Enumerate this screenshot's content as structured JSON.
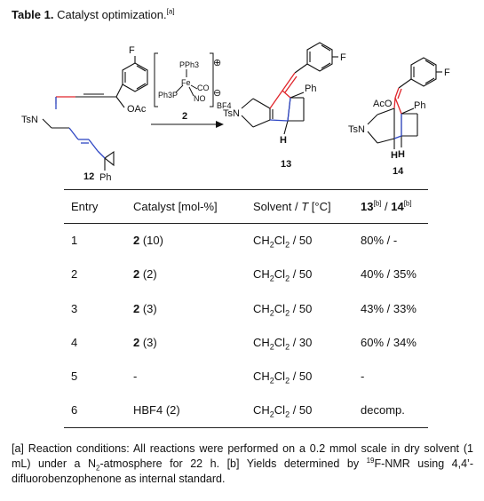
{
  "caption": {
    "label": "Table 1.",
    "text": "Catalyst optimization.",
    "ref": "[a]"
  },
  "scheme": {
    "catalyst_number": "2",
    "ligands": {
      "top": "PPh3",
      "left": "Ph3P",
      "metal": "Fe",
      "co": "CO",
      "no": "NO"
    },
    "charges": {
      "plus": "⊕",
      "minus": "⊖"
    },
    "counterion": "BF4",
    "substrate": {
      "number": "12",
      "ts": "TsN",
      "oac": "OAc",
      "ph": "Ph",
      "f": "F"
    },
    "product13": {
      "number": "13",
      "ts": "TsN",
      "ph": "Ph",
      "h": "H",
      "f": "F"
    },
    "product14": {
      "number": "14",
      "ts": "TsN",
      "ph": "Ph",
      "h1": "H",
      "h2": "H",
      "aco": "AcO",
      "f": "F"
    }
  },
  "table": {
    "headers": {
      "entry": "Entry",
      "catalyst": "Catalyst [mol-%]",
      "solvent_prefix": "Solvent / ",
      "solvent_T": "T",
      "solvent_unit": " [°C]",
      "yield_13": "13",
      "yield_13_ref": "[b]",
      "yield_sep": " / ",
      "yield_14": "14",
      "yield_14_ref": "[b]"
    },
    "rows": [
      {
        "entry": "1",
        "cat": "2",
        "cat_amount": " (10)",
        "solv_pre": "CH",
        "solv_sub1": "2",
        "solv_mid": "Cl",
        "solv_sub2": "2",
        "temp": " / 50",
        "yield": "80% / -"
      },
      {
        "entry": "2",
        "cat": "2",
        "cat_amount": " (2)",
        "solv_pre": "CH",
        "solv_sub1": "2",
        "solv_mid": "Cl",
        "solv_sub2": "2",
        "temp": " / 50",
        "yield": "40% / 35%"
      },
      {
        "entry": "3",
        "cat": "2",
        "cat_amount": " (3)",
        "solv_pre": "CH",
        "solv_sub1": "2",
        "solv_mid": "Cl",
        "solv_sub2": "2",
        "temp": " / 50",
        "yield": "43% / 33%"
      },
      {
        "entry": "4",
        "cat": "2",
        "cat_amount": " (3)",
        "solv_pre": "CH",
        "solv_sub1": "2",
        "solv_mid": "Cl",
        "solv_sub2": "2",
        "temp": " / 30",
        "yield": "60% / 34%"
      },
      {
        "entry": "5",
        "cat": "",
        "cat_amount": "-",
        "solv_pre": "CH",
        "solv_sub1": "2",
        "solv_mid": "Cl",
        "solv_sub2": "2",
        "temp": " / 50",
        "yield": "-"
      },
      {
        "entry": "6",
        "cat": "",
        "cat_amount": "HBF4 (2)",
        "solv_pre": "CH",
        "solv_sub1": "2",
        "solv_mid": "Cl",
        "solv_sub2": "2",
        "temp": " / 50",
        "yield": "decomp."
      }
    ]
  },
  "notes": {
    "a_tag": "[a]",
    "a_text_1": "Reaction conditions: All reactions were performed on a 0.2 mmol scale in dry solvent (1 mL) under a N",
    "a_sub": "2",
    "a_text_2": "-atmosphere for 22 h.",
    "b_tag": "[b]",
    "b_text_1": "Yields determined by",
    "b_sup": "19",
    "b_text_2": "F-NMR using 4,4’-difluorobenzophenone as internal standard."
  },
  "colors": {
    "red_bond": "#e0262c",
    "blue_bond": "#2f47c4",
    "ink": "#111111"
  }
}
